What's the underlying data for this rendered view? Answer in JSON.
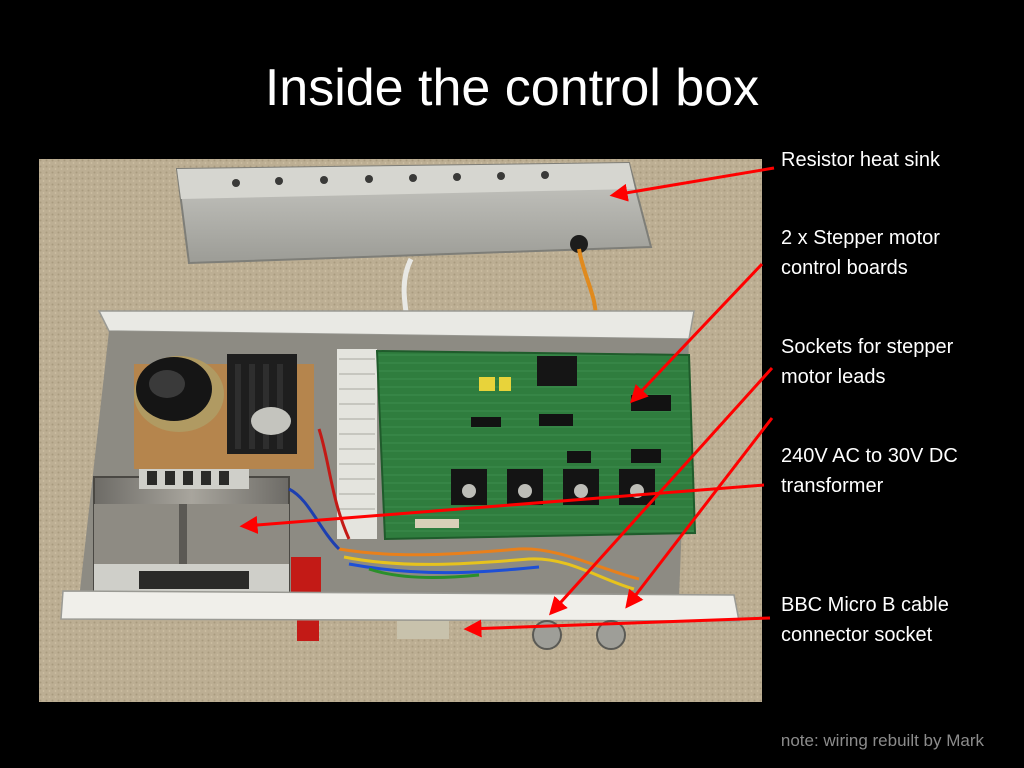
{
  "slide": {
    "title": "Inside the control box",
    "footnote": "note: wiring rebuilt by Mark",
    "accent_color": "#ff0000"
  },
  "labels": [
    {
      "id": "resistor-heat-sink",
      "lines": [
        "Resistor heat sink"
      ]
    },
    {
      "id": "stepper-boards",
      "lines": [
        "2 x Stepper motor",
        "control boards"
      ]
    },
    {
      "id": "stepper-sockets",
      "lines": [
        "Sockets for stepper",
        "motor leads"
      ]
    },
    {
      "id": "transformer",
      "lines": [
        "240V AC to 30V DC",
        "transformer"
      ]
    },
    {
      "id": "bbc-socket",
      "lines": [
        "BBC Micro B cable",
        "connector socket"
      ]
    }
  ]
}
